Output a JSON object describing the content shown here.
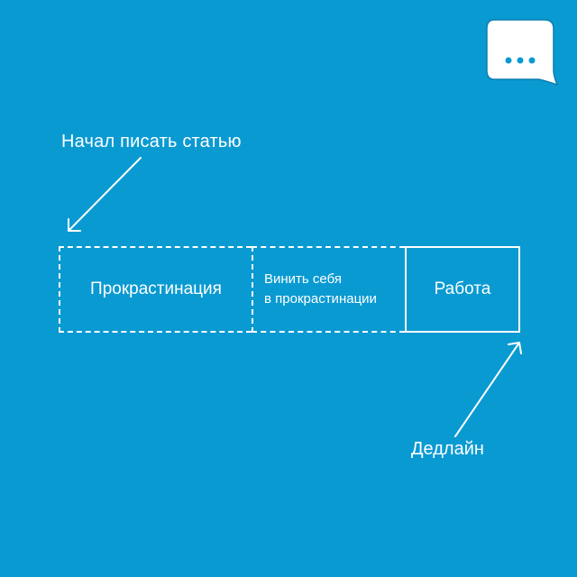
{
  "labels": {
    "start": "Начал писать статью",
    "deadline": "Дедлайн"
  },
  "segments": {
    "procrastination": "Прокрастинация",
    "blame_line1": "Винить себя",
    "blame_line2": "в прокрастинации",
    "work": "Работа"
  },
  "icons": {
    "chat": "chat-bubble-icon"
  },
  "colors": {
    "background": "#0a9ad2",
    "foreground": "#ffffff"
  }
}
